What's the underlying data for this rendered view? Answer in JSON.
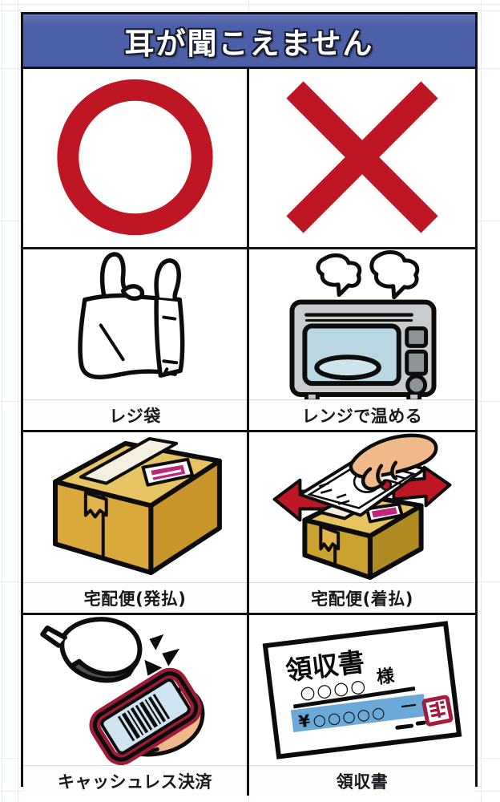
{
  "background": {
    "type": "spreadsheet-grid",
    "grid_color": "#e3eaf2"
  },
  "board": {
    "border_color": "#111317",
    "background": "#ffffff"
  },
  "header": {
    "title": "耳が聞こえません",
    "banner_color": "#4b60a8",
    "text_color": "#ffffff",
    "outline_color": "#1b1f2c"
  },
  "colors": {
    "accent_red": "#be1622",
    "box_tan": "#d9a93c",
    "box_tan_dark": "#b8861f",
    "box_top": "#e6c461",
    "microwave_gray": "#c8cccf",
    "microwave_window": "#b9d6e3",
    "skin": "#f0b98a",
    "phone_red": "#9c1c38",
    "receipt_blue": "#6aa9d8",
    "stamp_red": "#a41b3c",
    "label_magenta": "#c0267a"
  },
  "rows": [
    {
      "name": "symbols",
      "cells": [
        {
          "icon": "circle-maru-icon",
          "label": "",
          "has_caption": false,
          "meaning": "yes"
        },
        {
          "icon": "cross-batsu-icon",
          "label": "",
          "has_caption": false,
          "meaning": "no"
        }
      ]
    },
    {
      "name": "items-1",
      "cells": [
        {
          "icon": "shopping-bag-icon",
          "label": "レジ袋",
          "has_caption": true
        },
        {
          "icon": "microwave-icon",
          "label": "レンジで温める",
          "has_caption": true
        }
      ]
    },
    {
      "name": "items-2",
      "cells": [
        {
          "icon": "parcel-box-icon",
          "label": "宅配便(発払)",
          "has_caption": true
        },
        {
          "icon": "parcel-cod-icon",
          "label": "宅配便(着払)",
          "has_caption": true
        }
      ]
    },
    {
      "name": "items-3",
      "cells": [
        {
          "icon": "cashless-phone-icon",
          "label": "キャッシュレス決済",
          "has_caption": true
        },
        {
          "icon": "receipt-icon",
          "label": "領収書",
          "has_caption": true
        }
      ]
    }
  ],
  "receipt_art": {
    "title": "領収書",
    "honorific": "様",
    "name_placeholder": "○○○○",
    "currency_symbol": "¥",
    "amount_placeholder": "○○○○○",
    "dash": "一"
  }
}
